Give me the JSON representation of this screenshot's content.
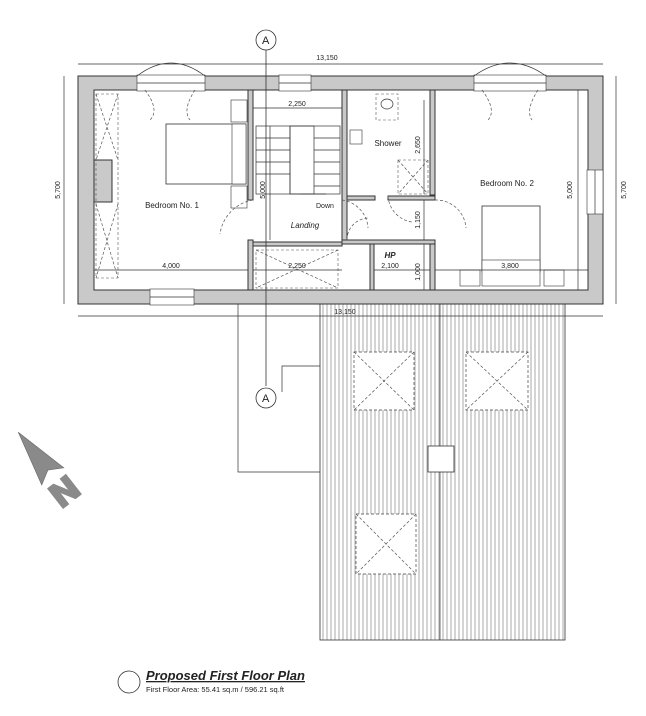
{
  "drawing": {
    "title": "Proposed First Floor Plan",
    "area_text": "First Floor Area: 55.41 sq.m / 596.21 sq.ft",
    "section_marker": "A",
    "north_marker": "N"
  },
  "dimensions": {
    "overall_width_top": "13,150",
    "overall_width_bottom": "13,150",
    "overall_depth_left": "5,700",
    "overall_depth_right": "5,700",
    "stair_width": "2,250",
    "stair_depth": "5,000",
    "shower_depth": "2,650",
    "bed2_depth": "5,000",
    "landing_width_lower": "2,250",
    "bed1_width": "4,000",
    "hp_width": "2,100",
    "hp_depth": "1,150",
    "hp_lower": "1,000",
    "bed2_width": "3,800"
  },
  "rooms": {
    "bedroom1": "Bedroom No. 1",
    "bedroom2": "Bedroom No. 2",
    "landing": "Landing",
    "shower": "Shower",
    "hp": "HP",
    "stair_down": "Down"
  }
}
